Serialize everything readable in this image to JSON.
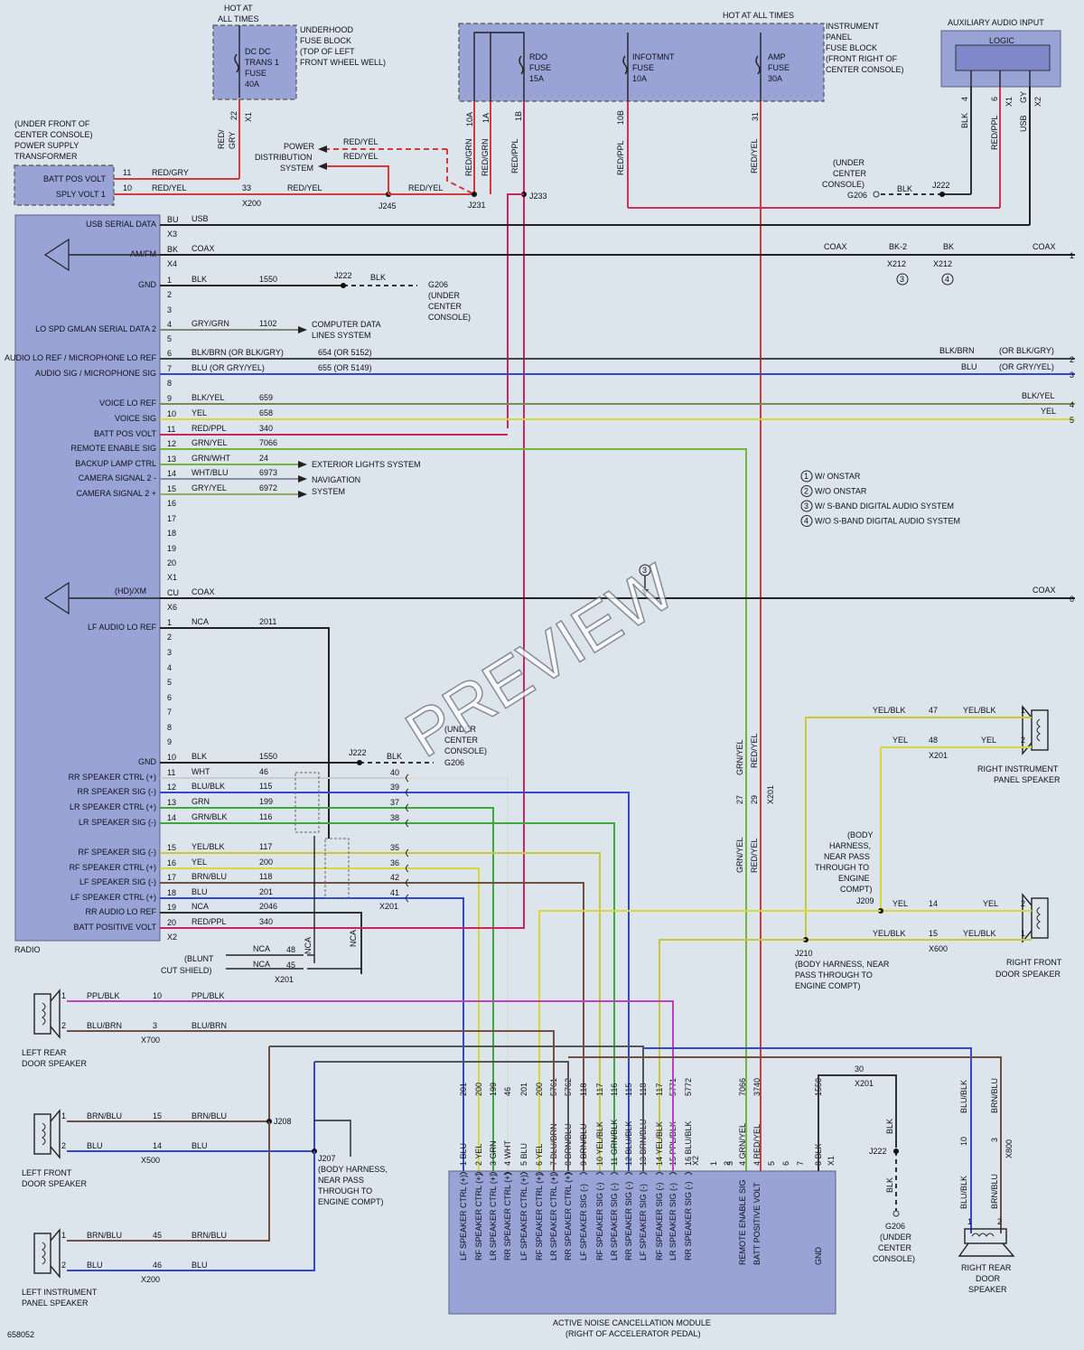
{
  "figure_id": "658052",
  "watermark": "PREVIEW",
  "hot_at_all_times": "HOT AT ALL TIMES",
  "underhood": {
    "hot_label": "HOT AT ALL TIMES",
    "fuse_label": "DC DC TRANS 1 FUSE 40A",
    "block_label": "UNDERHOOD FUSE BLOCK (TOP OF LEFT FRONT WHEEL WELL)",
    "pin": "22",
    "conn": "X1",
    "wire_color": "RED/GRY"
  },
  "ip_fuse_block": {
    "label": "INSTRUMENT PANEL FUSE BLOCK (FRONT RIGHT OF CENTER CONSOLE)",
    "fuses": [
      {
        "name": "RDO FUSE 15A",
        "pins": [
          "10A",
          "1A",
          "1B"
        ]
      },
      {
        "name": "INFOTMNT FUSE 10A",
        "pins": [
          "10B"
        ]
      },
      {
        "name": "AMP FUSE 30A",
        "pins": [
          "31"
        ]
      }
    ]
  },
  "aux": {
    "label": "AUXILIARY AUDIO INPUT",
    "logic": "LOGIC",
    "pins": [
      "4",
      "6",
      "X1",
      "GY",
      "X2"
    ],
    "wires": [
      "BLK",
      "RED/PPL",
      "USB"
    ]
  },
  "transformer": {
    "label": "(UNDER FRONT OF CENTER CONSOLE) POWER SUPPLY TRANSFORMER",
    "rows": [
      {
        "name": "BATT POS VOLT",
        "pin": "11",
        "color": "RED/GRY"
      },
      {
        "name": "SPLY VOLT 1",
        "pin": "10",
        "color": "RED/YEL"
      }
    ],
    "pin33": "33",
    "x200": "X200"
  },
  "power_dist": {
    "label": "POWER DISTRIBUTION SYSTEM",
    "wires": [
      "RED/YEL",
      "RED/YEL"
    ],
    "splices": [
      "J245",
      "J231",
      "J233"
    ],
    "colors": [
      "RED/YEL",
      "RED/YEL",
      "RED/GRN",
      "RED/GRN",
      "RED/PPL",
      "RED/PPL",
      "RED/YEL"
    ]
  },
  "g206_top": {
    "label": "(UNDER CENTER CONSOLE) G206",
    "wire": "BLK",
    "splice": "J222"
  },
  "radio": {
    "label": "RADIO",
    "rows_top": [
      {
        "name": "USB SERIAL DATA",
        "pin": "BU",
        "color": "USB",
        "conn": "X3"
      },
      {
        "name": "AM/FM",
        "pin": "BK",
        "color": "COAX",
        "conn": "X4"
      },
      {
        "name": "GND",
        "pin": "1",
        "color": "BLK",
        "circuit": "1550"
      },
      {
        "name": "",
        "pin": "2"
      },
      {
        "name": "",
        "pin": "3"
      },
      {
        "name": "LO SPD GMLAN SERIAL DATA 2",
        "pin": "4",
        "color": "GRY/GRN",
        "circuit": "1102"
      },
      {
        "name": "",
        "pin": "5"
      },
      {
        "name": "AUDIO LO REF / MICROPHONE LO REF",
        "pin": "6",
        "color": "BLK/BRN (OR BLK/GRY)",
        "circuit": "654 (OR 5152)"
      },
      {
        "name": "AUDIO SIG / MICROPHONE SIG",
        "pin": "7",
        "color": "BLU (OR GRY/YEL)",
        "circuit": "655 (OR 5149)"
      },
      {
        "name": "",
        "pin": "8"
      },
      {
        "name": "VOICE LO REF",
        "pin": "9",
        "color": "BLK/YEL",
        "circuit": "659"
      },
      {
        "name": "VOICE SIG",
        "pin": "10",
        "color": "YEL",
        "circuit": "658"
      },
      {
        "name": "BATT POS VOLT",
        "pin": "11",
        "color": "RED/PPL",
        "circuit": "340"
      },
      {
        "name": "REMOTE ENABLE SIG",
        "pin": "12",
        "color": "GRN/YEL",
        "circuit": "7066"
      },
      {
        "name": "BACKUP LAMP CTRL",
        "pin": "13",
        "color": "GRN/WHT",
        "circuit": "24"
      },
      {
        "name": "CAMERA SIGNAL 2 -",
        "pin": "14",
        "color": "WHT/BLU",
        "circuit": "6973"
      },
      {
        "name": "CAMERA SIGNAL 2 +",
        "pin": "15",
        "color": "GRY/YEL",
        "circuit": "6972"
      },
      {
        "name": "",
        "pin": "16"
      },
      {
        "name": "",
        "pin": "17"
      },
      {
        "name": "",
        "pin": "18"
      },
      {
        "name": "",
        "pin": "19"
      },
      {
        "name": "",
        "pin": "20"
      },
      {
        "name": "",
        "pin": "X1"
      }
    ],
    "hd_xm": {
      "name": "(HD)/XM",
      "pin": "CU",
      "color": "COAX",
      "conn": "X6"
    },
    "rows_bottom": [
      {
        "name": "LF AUDIO LO REF",
        "pin": "1",
        "color": "NCA",
        "circuit": "2011"
      },
      {
        "name": "",
        "pin": "2"
      },
      {
        "name": "",
        "pin": "3"
      },
      {
        "name": "",
        "pin": "4"
      },
      {
        "name": "",
        "pin": "5"
      },
      {
        "name": "",
        "pin": "6"
      },
      {
        "name": "",
        "pin": "7"
      },
      {
        "name": "",
        "pin": "8"
      },
      {
        "name": "",
        "pin": "9"
      },
      {
        "name": "GND",
        "pin": "10",
        "color": "BLK",
        "circuit": "1550"
      },
      {
        "name": "RR SPEAKER CTRL (+)",
        "pin": "11",
        "color": "WHT",
        "circuit": "46"
      },
      {
        "name": "RR SPEAKER SIG (-)",
        "pin": "12",
        "color": "BLU/BLK",
        "circuit": "115"
      },
      {
        "name": "LR SPEAKER CTRL (+)",
        "pin": "13",
        "color": "GRN",
        "circuit": "199"
      },
      {
        "name": "LR SPEAKER SIG (-)",
        "pin": "14",
        "color": "GRN/BLK",
        "circuit": "116"
      },
      {
        "name": "RF SPEAKER SIG (-)",
        "pin": "15",
        "color": "YEL/BLK",
        "circuit": "117"
      },
      {
        "name": "RF SPEAKER CTRL (+)",
        "pin": "16",
        "color": "YEL",
        "circuit": "200"
      },
      {
        "name": "LF SPEAKER SIG (-)",
        "pin": "17",
        "color": "BRN/BLU",
        "circuit": "118"
      },
      {
        "name": "LF SPEAKER CTRL (+)",
        "pin": "18",
        "color": "BLU",
        "circuit": "201"
      },
      {
        "name": "RR AUDIO LO REF",
        "pin": "19",
        "color": "NCA",
        "circuit": "2046"
      },
      {
        "name": "BATT POSITIVE VOLT",
        "pin": "20",
        "color": "RED/PPL",
        "circuit": "340"
      },
      {
        "name": "",
        "pin": "X2"
      }
    ]
  },
  "right_side": {
    "coax_labels": [
      "COAX",
      "BK-2",
      "BK",
      "COAX",
      "X212",
      "X212"
    ],
    "pins": [
      "1",
      "2",
      "3",
      "4",
      "5",
      "6"
    ],
    "colors": [
      "BLK/BRN",
      "(OR BLK/GRY)",
      "BLU",
      "(OR GRY/YEL)",
      "BLK/YEL",
      "YEL",
      "COAX"
    ]
  },
  "systems": {
    "computer_data": "COMPUTER DATA LINES SYSTEM",
    "exterior": "EXTERIOR LIGHTS SYSTEM",
    "navigation": "NAVIGATION SYSTEM"
  },
  "legend": [
    {
      "n": "1",
      "text": "W/ ONSTAR"
    },
    {
      "n": "2",
      "text": "W/O ONSTAR"
    },
    {
      "n": "3",
      "text": "W/ S-BAND DIGITAL AUDIO SYSTEM"
    },
    {
      "n": "4",
      "text": "W/O S-BAND DIGITAL AUDIO SYSTEM"
    }
  ],
  "x201_pins": [
    "40",
    "39",
    "37",
    "38",
    "35",
    "36",
    "42",
    "41"
  ],
  "x201_label": "X201",
  "g206_mid": {
    "label": "(UNDER CENTER CONSOLE) G206",
    "splice": "J222",
    "wire": "BLK"
  },
  "blunt": {
    "label": "(BLUNT CUT SHIELD)",
    "pins": [
      "48",
      "45"
    ],
    "wire": "NCA",
    "conn": "X201"
  },
  "speakers": {
    "right_ip": {
      "label": "RIGHT INSTRUMENT PANEL SPEAKER",
      "rows": [
        {
          "c": "YEL/BLK",
          "p": "47",
          "pin": "1"
        },
        {
          "c": "YEL",
          "p": "48",
          "pin": "2"
        }
      ],
      "conn": "X201"
    },
    "right_front": {
      "label": "RIGHT FRONT DOOR SPEAKER",
      "rows": [
        {
          "c": "YEL",
          "p": "14",
          "pin": "2"
        },
        {
          "c": "YEL/BLK",
          "p": "15",
          "pin": "1"
        }
      ],
      "conn": "X600"
    },
    "left_rear": {
      "label": "LEFT REAR DOOR SPEAKER",
      "rows": [
        {
          "c": "PPL/BLK",
          "p": "10",
          "pin": "1"
        },
        {
          "c": "BLU/BRN",
          "p": "3",
          "pin": "2"
        }
      ],
      "conn": "X700"
    },
    "left_front": {
      "label": "LEFT FRONT DOOR SPEAKER",
      "rows": [
        {
          "c": "BRN/BLU",
          "p": "15",
          "pin": "1"
        },
        {
          "c": "BLU",
          "p": "14",
          "pin": "2"
        }
      ],
      "conn": "X500"
    },
    "left_ip": {
      "label": "LEFT INSTRUMENT PANEL SPEAKER",
      "rows": [
        {
          "c": "BRN/BLU",
          "p": "45",
          "pin": "1"
        },
        {
          "c": "BLU",
          "p": "46",
          "pin": "2"
        }
      ],
      "conn": "X200"
    },
    "right_rear": {
      "label": "RIGHT REAR DOOR SPEAKER",
      "rows": [
        {
          "c": "BLU/BLK",
          "p": "10",
          "pin": "1"
        },
        {
          "c": "BRN/BLU",
          "p": "3",
          "pin": "2"
        }
      ],
      "conn": "X800"
    }
  },
  "splice_notes": {
    "j209": "(BODY HARNESS, NEAR PASS THROUGH TO ENGINE COMPT) J209",
    "j210": "J210 (BODY HARNESS, NEAR PASS THROUGH TO ENGINE COMPT)",
    "j207": "J207 (BODY HARNESS, NEAR PASS THROUGH TO ENGINE COMPT)",
    "j208": "J208"
  },
  "anc": {
    "label": "ACTIVE NOISE CANCELLATION MODULE (RIGHT OF ACCELERATOR PEDAL)",
    "pins": [
      {
        "pin": "1",
        "circuit": "201",
        "color": "BLU",
        "name": "LF SPEAKER CTRL (+)"
      },
      {
        "pin": "2",
        "circuit": "200",
        "color": "YEL",
        "name": "RF SPEAKER CTRL (+)"
      },
      {
        "pin": "3",
        "circuit": "199",
        "color": "GRN",
        "name": "LR SPEAKER CTRL (+)"
      },
      {
        "pin": "4",
        "circuit": "46",
        "color": "WHT",
        "name": "RR SPEAKER CTRL (+)"
      },
      {
        "pin": "5",
        "circuit": "201",
        "color": "BLU",
        "name": "LF SPEAKER CTRL (+)"
      },
      {
        "pin": "6",
        "circuit": "200",
        "color": "YEL",
        "name": "RF SPEAKER CTRL (+)"
      },
      {
        "pin": "7",
        "circuit": "5761",
        "color": "BLU/BRN",
        "name": "LR SPEAKER CTRL (+)"
      },
      {
        "pin": "8",
        "circuit": "5762",
        "color": "BRN/BLU",
        "name": "RR SPEAKER CTRL (+)"
      },
      {
        "pin": "9",
        "circuit": "118",
        "color": "BRN/BLU",
        "name": "LF SPEAKER SIG (-)"
      },
      {
        "pin": "10",
        "circuit": "117",
        "color": "YEL/BLK",
        "name": "RF SPEAKER SIG (-)"
      },
      {
        "pin": "11",
        "circuit": "116",
        "color": "GRN/BLK",
        "name": "LR SPEAKER SIG (-)"
      },
      {
        "pin": "12",
        "circuit": "115",
        "color": "BLU/BLK",
        "name": "RR SPEAKER SIG (-)"
      },
      {
        "pin": "13",
        "circuit": "118",
        "color": "BRN/BLU",
        "name": "LF SPEAKER SIG (-)"
      },
      {
        "pin": "14",
        "circuit": "117",
        "color": "YEL/BLK",
        "name": "RF SPEAKER SIG (-)"
      },
      {
        "pin": "15",
        "circuit": "5771",
        "color": "PPL/BLK",
        "name": "LR SPEAKER SIG (-)"
      },
      {
        "pin": "16",
        "circuit": "5772",
        "color": "BLU/BLK",
        "name": "RR SPEAKER SIG (-)"
      }
    ],
    "x2_pins": [
      {
        "pin": "X2",
        "name": ""
      },
      {
        "pin": "1",
        "name": ""
      },
      {
        "pin": "2",
        "name": ""
      },
      {
        "pin": "3",
        "name": ""
      },
      {
        "pin": "4",
        "circuit": "7066",
        "color": "GRN/YEL",
        "name": "REMOTE ENABLE SIG"
      },
      {
        "pin": "4",
        "circuit": "3740",
        "color": "RED/YEL",
        "name": "BATT POSITIVE VOLT"
      },
      {
        "pin": "5",
        "name": ""
      },
      {
        "pin": "6",
        "name": ""
      },
      {
        "pin": "7",
        "name": ""
      },
      {
        "pin": "8",
        "circuit": "1550",
        "color": "BLK",
        "name": "GND"
      },
      {
        "pin": "X1",
        "name": ""
      }
    ],
    "x201_pins": [
      "27",
      "29"
    ],
    "x201": "X201",
    "gnd_30": "30",
    "gnd_x201": "X201"
  },
  "g206_bottom": {
    "label": "G206 (UNDER CENTER CONSOLE)",
    "splice": "J222",
    "wire": "BLK"
  }
}
